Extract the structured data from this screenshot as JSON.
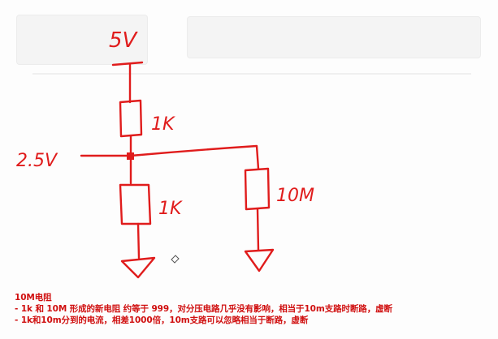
{
  "diagram": {
    "labels": {
      "supply": "5V",
      "node_voltage": "2.5V",
      "r_top": "1K",
      "r_bottom": "1K",
      "r_parallel": "10M"
    },
    "ink_color": "#e01c1c"
  },
  "notes": {
    "title": "10M电阻",
    "lines": [
      "- 1k 和 10M 形成的新电阻 约等于 999，对分压电路几乎没有影响，相当于10m支路时断路，虚断",
      "- 1k和10m分到的电流，相差1000倍，10m支路可以忽略相当于断路，虚断"
    ],
    "color": "#d01010"
  }
}
